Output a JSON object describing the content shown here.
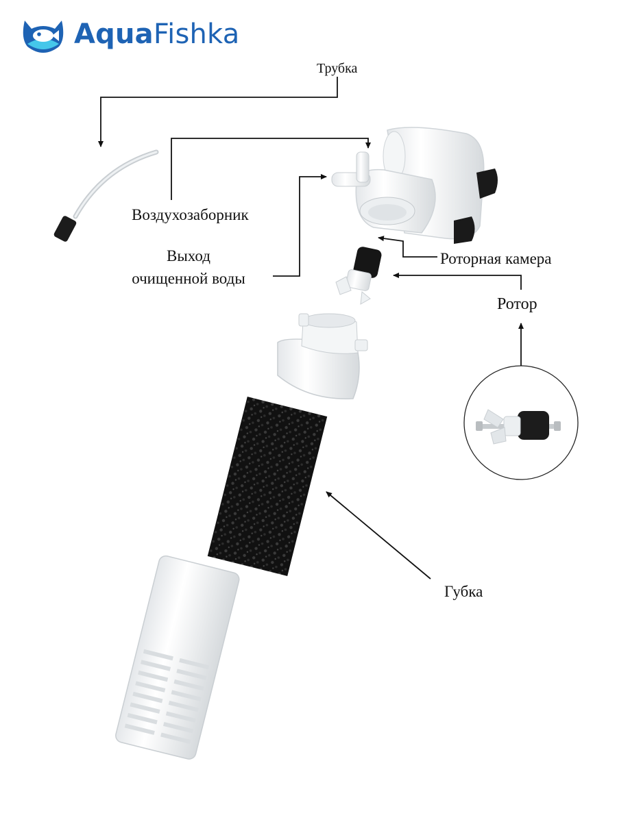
{
  "brand": {
    "name_part1": "Aqua",
    "name_part2": "Fishka",
    "color_part1": "#1e63b4",
    "color_part2": "#1e63b4",
    "logo_icon": "fish-in-cat-head-icon"
  },
  "labels": {
    "tube": "Трубка",
    "air_intake": "Воздухозаборник",
    "outlet_line1": "Выход",
    "outlet_line2": "очищенной воды",
    "rotor_chamber": "Роторная камера",
    "rotor": "Ротор",
    "sponge": "Губка"
  },
  "colors": {
    "text": "#111111",
    "line": "#111111",
    "sponge": "#141414",
    "plastic": "#ffffff",
    "plastic_shade": "#d9dde0"
  }
}
